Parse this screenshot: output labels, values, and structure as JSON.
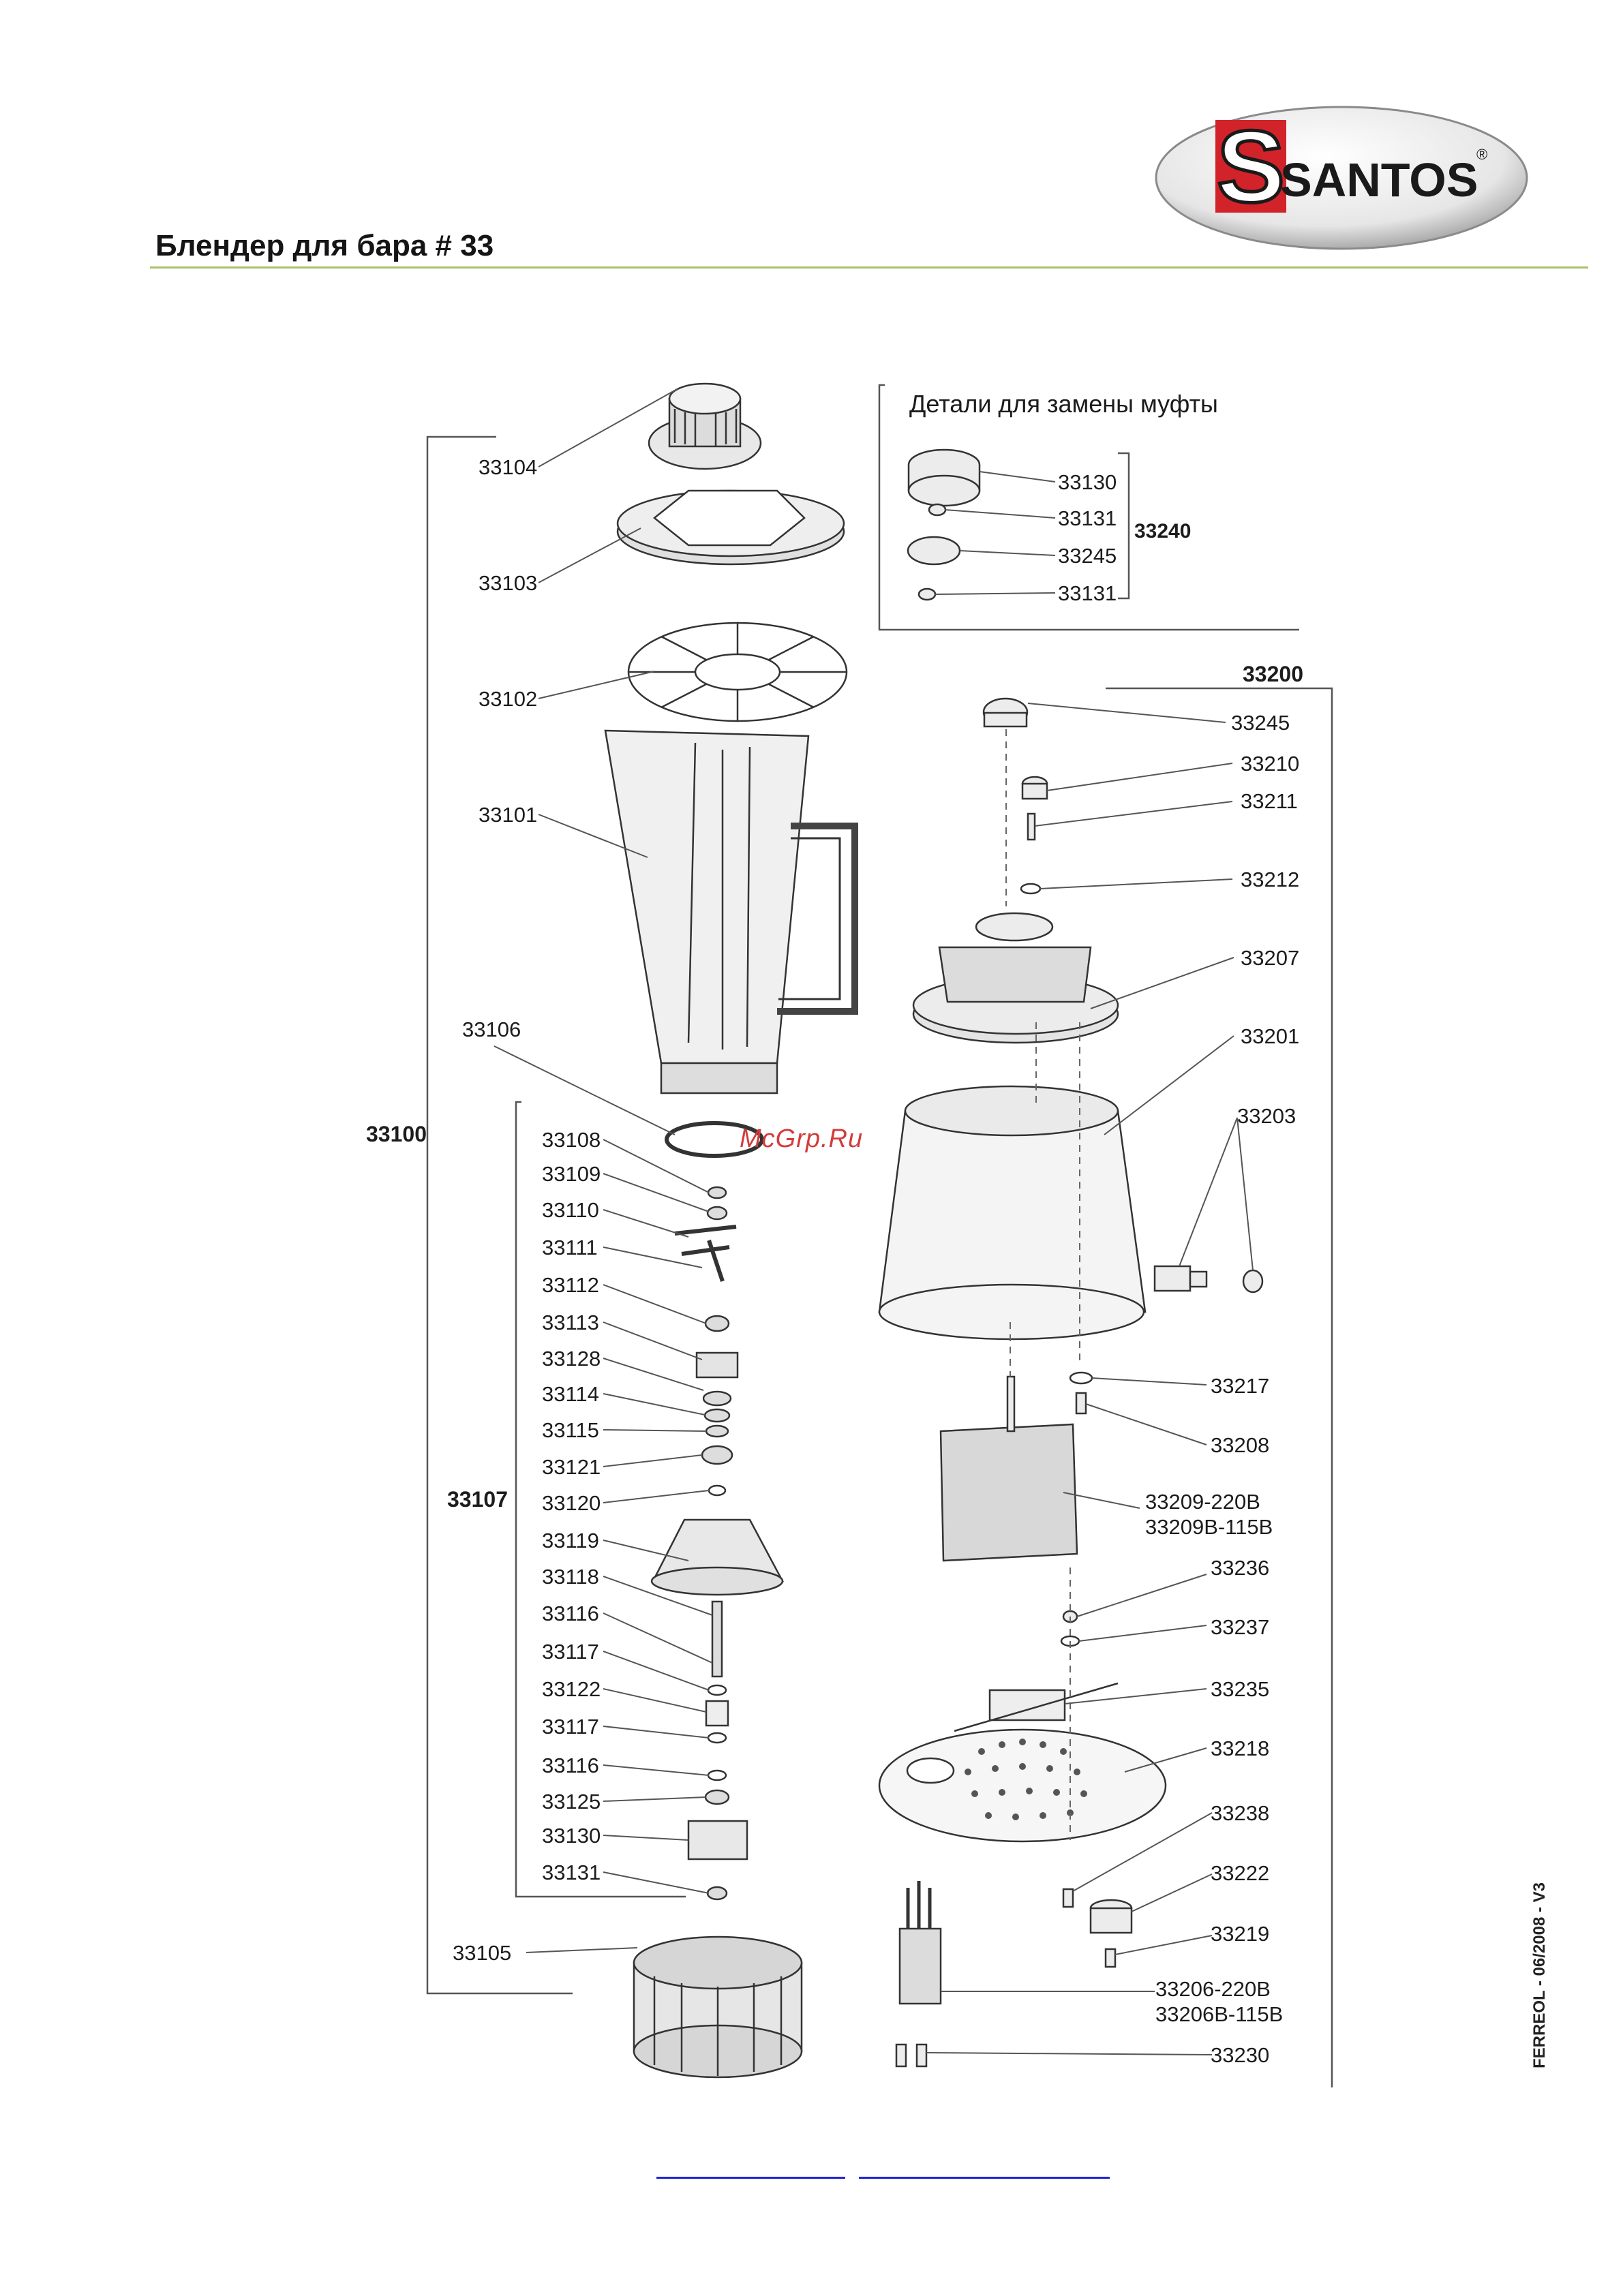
{
  "brand": {
    "name": "SANTOS",
    "initial": "S",
    "registered": "®"
  },
  "page": {
    "heading": "Блендер для бара # 33",
    "inset_title": "Детали для замены муфты",
    "watermark": "McGrp.Ru",
    "side_code": "FERREOL - 06/2008 - V3"
  },
  "groups": {
    "assembly_jar": "33100",
    "assembly_blade": "33107",
    "assembly_base": "33200",
    "coupling_kit": "33240"
  },
  "labels": {
    "p33104": "33104",
    "p33103": "33103",
    "p33102": "33102",
    "p33101": "33101",
    "p33106": "33106",
    "p33108": "33108",
    "p33109": "33109",
    "p33110": "33110",
    "p33111": "33111",
    "p33112": "33112",
    "p33113": "33113",
    "p33128": "33128",
    "p33114": "33114",
    "p33115": "33115",
    "p33121": "33121",
    "p33120": "33120",
    "p33119": "33119",
    "p33118": "33118",
    "p33116a": "33116",
    "p33117a": "33117",
    "p33122": "33122",
    "p33117b": "33117",
    "p33116b": "33116",
    "p33125": "33125",
    "p33130": "33130",
    "p33131": "33131",
    "p33105": "33105",
    "k33130": "33130",
    "k33131a": "33131",
    "k33245": "33245",
    "k33131b": "33131",
    "b33245": "33245",
    "b33210": "33210",
    "b33211": "33211",
    "b33212": "33212",
    "b33207": "33207",
    "b33201": "33201",
    "b33203": "33203",
    "b33217": "33217",
    "b33208": "33208",
    "b33209a": "33209-220B",
    "b33209b": "33209B-115B",
    "b33236": "33236",
    "b33237": "33237",
    "b33235": "33235",
    "b33218": "33218",
    "b33238": "33238",
    "b33222": "33222",
    "b33219": "33219",
    "b33206a": "33206-220B",
    "b33206b": "33206B-115B",
    "b33230": "33230"
  },
  "colors": {
    "brand_red": "#d2232a",
    "rule_green": "#a8c06a",
    "watermark_red": "#d23c3c",
    "link_blue": "#2323d8",
    "line_gray": "#555555"
  }
}
